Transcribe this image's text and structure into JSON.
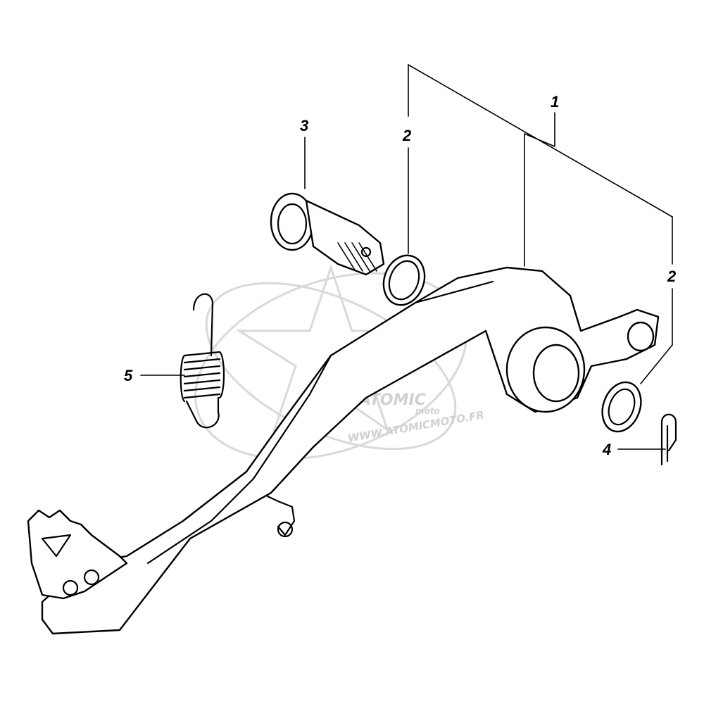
{
  "diagram": {
    "callouts": [
      {
        "id": "callout-1",
        "label": "1"
      },
      {
        "id": "callout-2a",
        "label": "2"
      },
      {
        "id": "callout-2b",
        "label": "2"
      },
      {
        "id": "callout-3",
        "label": "3"
      },
      {
        "id": "callout-4",
        "label": "4"
      },
      {
        "id": "callout-5",
        "label": "5"
      }
    ]
  },
  "watermark": {
    "brand": "ATOMIC",
    "sub": "moto",
    "url": "WWW.ATOMICMOTO.FR",
    "color": "#d0d0d0"
  }
}
